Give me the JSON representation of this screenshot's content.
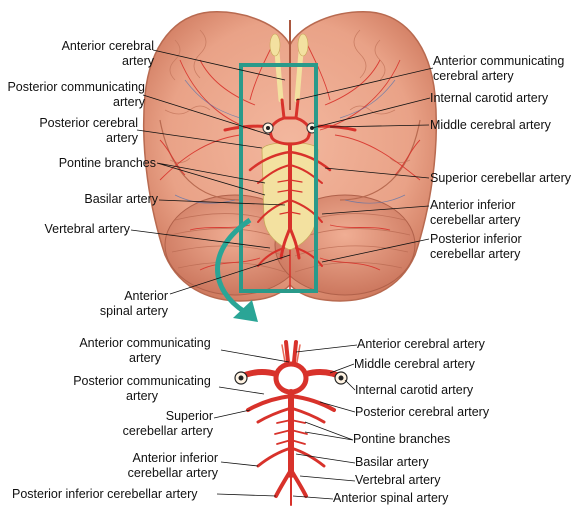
{
  "top_labels_left": {
    "anterior_cerebral": [
      "Anterior cerebral",
      "artery"
    ],
    "posterior_communicating": [
      "Posterior communicating",
      "artery"
    ],
    "posterior_cerebral": [
      "Posterior cerebral",
      "artery"
    ],
    "pontine_branches": "Pontine branches",
    "basilar": "Basilar artery",
    "vertebral": "Vertebral artery",
    "anterior_spinal": [
      "Anterior",
      "spinal artery"
    ]
  },
  "top_labels_right": {
    "anterior_communicating": [
      "Anterior communicating",
      "cerebral artery"
    ],
    "internal_carotid": "Internal carotid artery",
    "middle_cerebral": "Middle cerebral artery",
    "superior_cerebellar": "Superior cerebellar artery",
    "anterior_inferior_cerebellar": [
      "Anterior inferior",
      "cerebellar artery"
    ],
    "posterior_inferior_cerebellar": [
      "Posterior inferior",
      "cerebellar artery"
    ]
  },
  "bottom_labels_left": {
    "anterior_communicating": [
      "Anterior communicating",
      "artery"
    ],
    "posterior_communicating": [
      "Posterior communicating",
      "artery"
    ],
    "superior_cerebellar": [
      "Superior",
      "cerebellar artery"
    ],
    "anterior_inferior_cerebellar": [
      "Anterior inferior",
      "cerebellar artery"
    ],
    "posterior_inferior_cerebellar": "Posterior inferior cerebellar artery"
  },
  "bottom_labels_right": {
    "anterior_cerebral": "Anterior cerebral artery",
    "middle_cerebral": "Middle cerebral artery",
    "internal_carotid": "Internal carotid artery",
    "posterior_cerebral": "Posterior cerebral artery",
    "pontine_branches": "Pontine branches",
    "basilar": "Basilar artery",
    "vertebral": "Vertebral artery",
    "anterior_spinal": "Anterior spinal artery"
  },
  "colors": {
    "brain": "#e9a287",
    "brain_shadow": "#d98468",
    "artery": "#d8322b",
    "vein": "#4a6fb0",
    "inset_frame": "#2a9a8a",
    "arrow": "#2aa596",
    "nerve": "#f3e1a0"
  }
}
